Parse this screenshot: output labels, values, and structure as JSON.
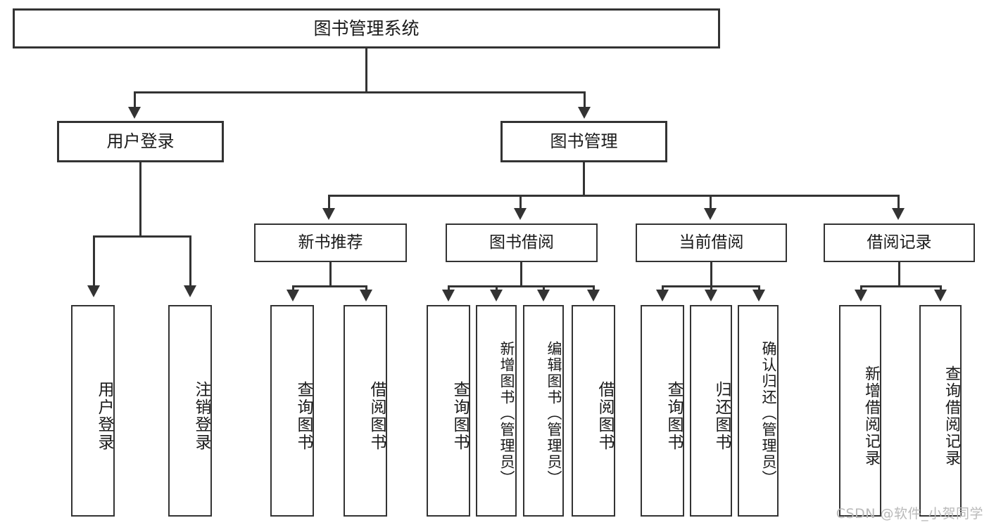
{
  "diagram": {
    "type": "tree",
    "title": "图书管理系统",
    "orientation": "top-down",
    "watermark": "CSDN @软件_小贺同学",
    "colors": {
      "border": "#333333",
      "background": "#ffffff",
      "text": "#1a1a1a",
      "watermark": "#b9b9b9"
    },
    "root": {
      "label": "图书管理系统"
    },
    "level1": [
      {
        "label": "用户登录"
      },
      {
        "label": "图书管理"
      }
    ],
    "level2": [
      {
        "label": "新书推荐"
      },
      {
        "label": "图书借阅"
      },
      {
        "label": "当前借阅"
      },
      {
        "label": "借阅记录"
      }
    ],
    "leaves": {
      "user_login": [
        {
          "label": "用户登录"
        },
        {
          "label": "注销登录"
        }
      ],
      "new_book_recommend": [
        {
          "label": "查询图书"
        },
        {
          "label": "借阅图书"
        }
      ],
      "book_borrow": [
        {
          "label": "查询图书"
        },
        {
          "label": "新增图书（管理员）"
        },
        {
          "label": "编辑图书（管理员）"
        },
        {
          "label": "借阅图书"
        }
      ],
      "current_borrow": [
        {
          "label": "查询图书"
        },
        {
          "label": "归还图书"
        },
        {
          "label": "确认归还（管理员）"
        }
      ],
      "borrow_record": [
        {
          "label": "新增借阅记录"
        },
        {
          "label": "查询借阅记录"
        }
      ]
    }
  }
}
